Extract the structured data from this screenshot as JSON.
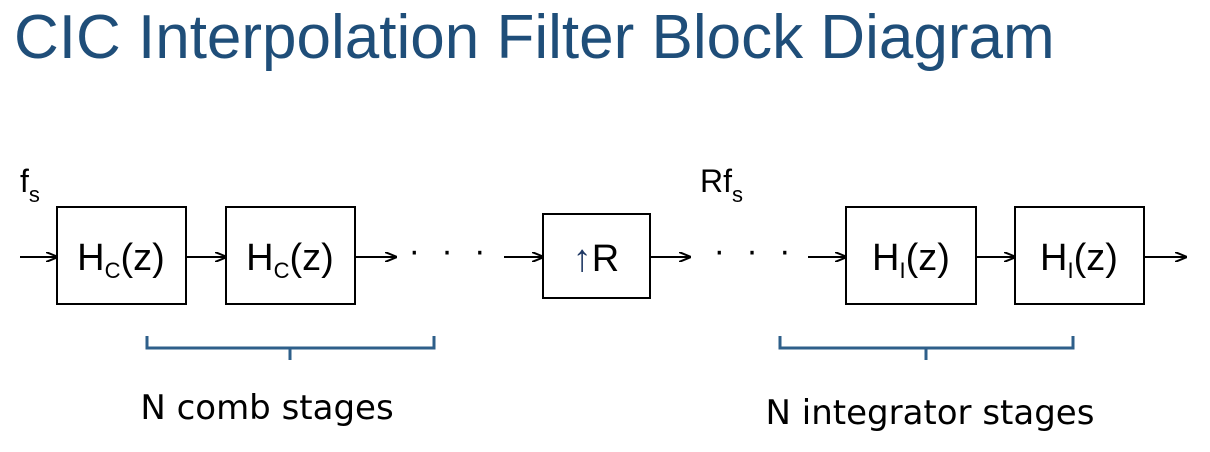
{
  "title": "CIC Interpolation Filter Block Diagram",
  "input_rate": {
    "base": "f",
    "sub": "s"
  },
  "output_rate": {
    "base": "Rf",
    "sub": "s"
  },
  "comb_block": {
    "base": "H",
    "sub": "C",
    "suffix": "(z)"
  },
  "integrator_block": {
    "base": "H",
    "sub": "I",
    "suffix": "(z)"
  },
  "upsampler": {
    "arrow": "↑",
    "label": "R"
  },
  "ellipsis": "· · ·",
  "comb_stages_label": "N comb stages",
  "integrator_stages_label": "N integrator stages",
  "colors": {
    "title": "#1f4e79",
    "brace": "#2e5f8a",
    "up_arrow": "#1f3864"
  }
}
